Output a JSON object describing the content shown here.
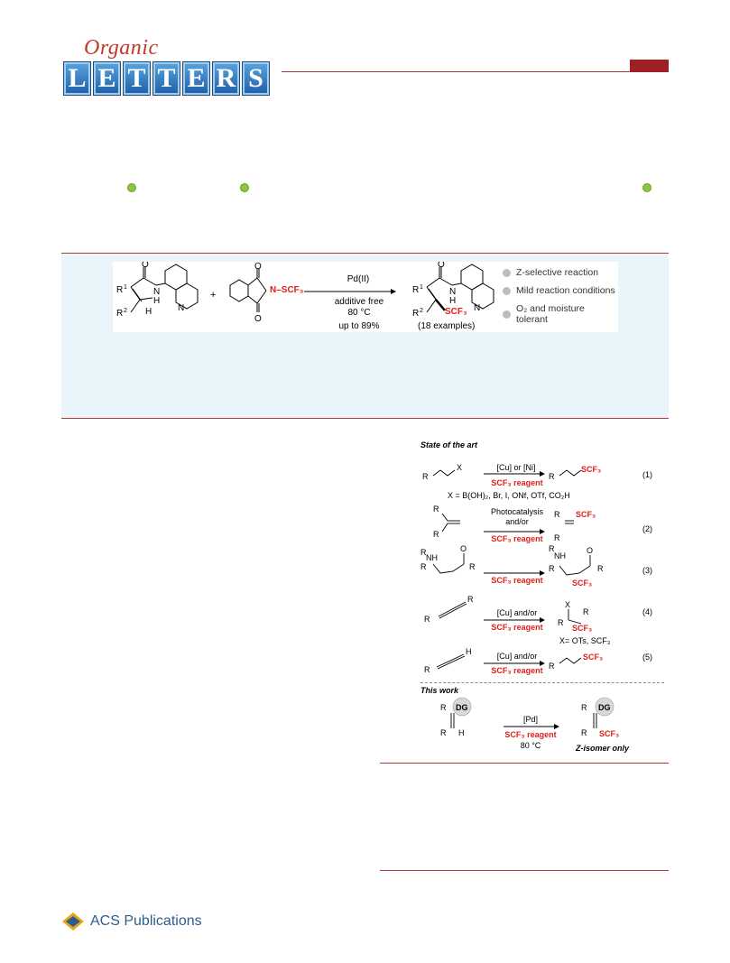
{
  "journal": {
    "logo_script": "Organic",
    "logo_letters": [
      "L",
      "E",
      "T",
      "T",
      "E",
      "R",
      "S"
    ]
  },
  "graphical_abstract": {
    "catalyst": "Pd(II)",
    "conditions_1": "additive free",
    "conditions_2": "80 °C",
    "yield": "up to 89%",
    "examples": "(18 examples)",
    "reagent_label": "N–SCF₃",
    "product_group": "SCF₃",
    "bullets": [
      "Z-selective reaction",
      "Mild reaction conditions",
      "O₂ and moisture tolerant"
    ]
  },
  "scheme": {
    "state_title": "State of the art",
    "r1_conditions": "[Cu] or [Ni]",
    "r1_x_note": "X = B(OH)₂, Br, I, ONf, OTf, CO₂H",
    "r2_conditions_1": "Photocatalysis",
    "r2_conditions_2": "and/or",
    "r4_conditions": "[Cu] and/or",
    "r4_note": "X= OTs, SCF₃",
    "r5_conditions": "[Cu] and/or",
    "reagent_text": "SCF₃ reagent",
    "eq_nums": [
      "(1)",
      "(2)",
      "(3)",
      "(4)",
      "(5)"
    ],
    "this_work_title": "This work",
    "tw_catalyst": "[Pd]",
    "tw_temp": "80 °C",
    "tw_result": "Z-isomer only"
  },
  "publisher": {
    "name": "ACS Publications"
  }
}
